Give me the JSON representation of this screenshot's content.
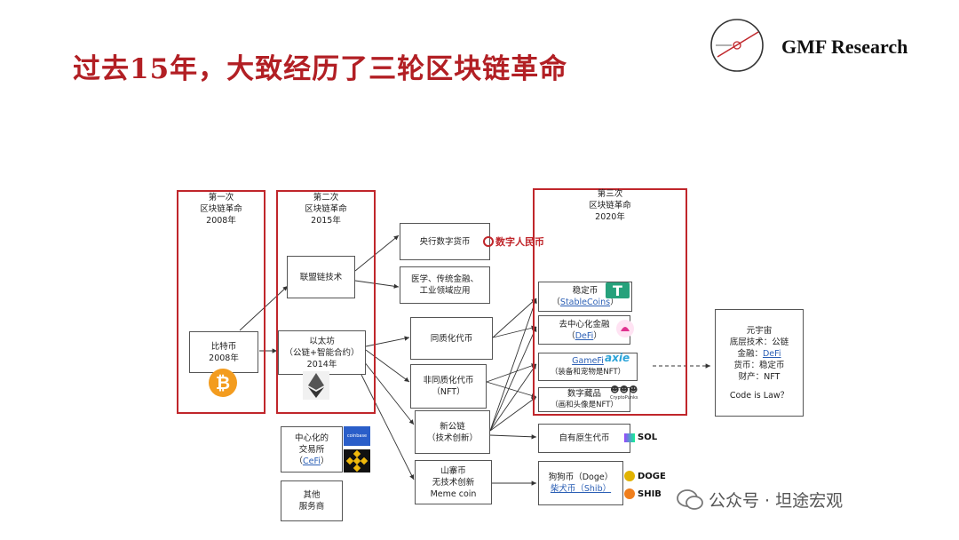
{
  "title": "过去15年，大致经历了三轮区块链革命",
  "brand": "GMF Research",
  "eras": [
    {
      "line1": "第一次",
      "line2": "区块链革命",
      "line3": "2008年"
    },
    {
      "line1": "第二次",
      "line2": "区块链革命",
      "line3": "2015年"
    },
    {
      "line1": "第三次",
      "line2": "区块链革命",
      "line3": "2020年"
    }
  ],
  "nodes": {
    "bitcoin": {
      "l1": "比特币",
      "l2": "2008年"
    },
    "alliance": {
      "l1": "联盟链技术"
    },
    "ethereum": {
      "l1": "以太坊",
      "l2": "（公链+智能合约）",
      "l3": "2014年"
    },
    "cbdc": {
      "l1": "央行数字货币",
      "logo": "数字人民币"
    },
    "industry": {
      "l1": "医学、传统金融、",
      "l2": "工业领域应用"
    },
    "ft": {
      "l1": "同质化代币"
    },
    "nft": {
      "l1": "非同质化代币",
      "l2": "（NFT）"
    },
    "newchain": {
      "l1": "新公链",
      "l2": "（技术创新）"
    },
    "altcoin": {
      "l1": "山寨币",
      "l2": "无技术创新",
      "l3": "Meme coin"
    },
    "cex": {
      "l1": "中心化的",
      "l2": "交易所",
      "l3_pre": "（",
      "l3_link": "CeFi",
      "l3_post": "）",
      "logo1": "coinbase"
    },
    "other": {
      "l1": "其他",
      "l2": "服务商"
    },
    "stable": {
      "l1": "稳定币",
      "l2_pre": "（",
      "l2_link": "StableCoins",
      "l2_post": "）"
    },
    "defi": {
      "l1": "去中心化金融",
      "l2_pre": "（",
      "l2_link": "DeFi",
      "l2_post": "）"
    },
    "gamefi": {
      "l1": "GameFi",
      "l2": "（装备和宠物是NFT）",
      "logo": "axie"
    },
    "collect": {
      "l1": "数字藏品",
      "l2": "（画和头像是NFT）",
      "logo": "CryptoPunks"
    },
    "native": {
      "l1": "自有原生代币",
      "tag": "SOL"
    },
    "doge": {
      "l1": "狗狗币（Doge）",
      "l2": "柴犬币（Shib）",
      "tag1": "DOGE",
      "tag2": "SHIB"
    },
    "meta": {
      "l1": "元宇宙",
      "l2": "底层技术：公链",
      "l3_pre": "金融：",
      "l3_link": "DeFi",
      "l4": "货币：稳定币",
      "l5": "财产：NFT",
      "l6": "Code is Law？"
    }
  },
  "watermark": "公众号 · 坦途宏观",
  "colors": {
    "title": "#b21f24",
    "era_border": "#c0262b",
    "link": "#2b5fb5"
  },
  "icons": [
    "bitcoin-icon",
    "ethereum-icon",
    "binance-icon",
    "tether-icon",
    "solana-icon",
    "doge-icon",
    "shib-icon",
    "wechat-icon"
  ]
}
